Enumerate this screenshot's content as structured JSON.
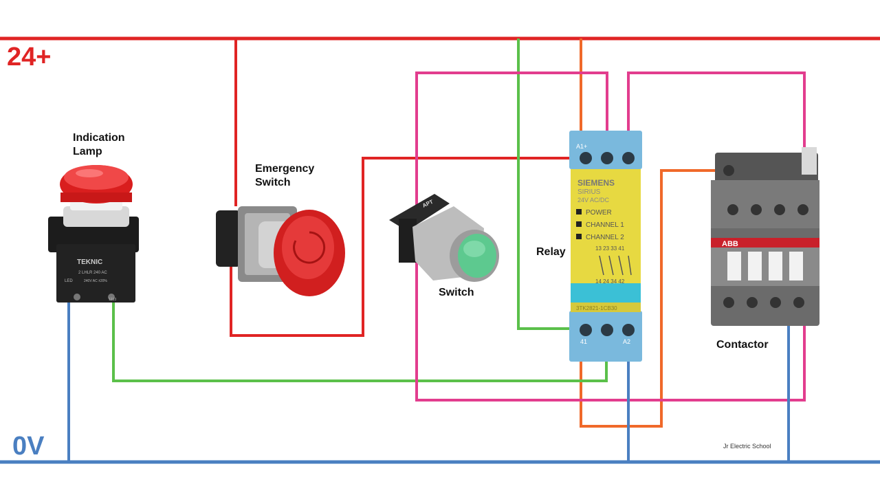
{
  "rails": {
    "positive_label": "24+",
    "zero_label": "0V",
    "positive_color": "#e02424",
    "zero_color": "#4a7fc1"
  },
  "wire_colors": {
    "red": "#e02424",
    "green": "#5bc04a",
    "orange": "#f0692a",
    "pink": "#e23d8e",
    "blue": "#4a7fc1"
  },
  "labels": {
    "lamp_line1": "Indication",
    "lamp_line2": "Lamp",
    "estop_line1": "Emergency",
    "estop_line2": "Switch",
    "switch": "Switch",
    "relay": "Relay",
    "contactor": "Contactor"
  },
  "lamp": {
    "brand": "TEKNIC",
    "model": "2 LHLR 240 AC",
    "spec": "240V AC ±20%",
    "led": "LED",
    "code": "1213"
  },
  "switch_device": {
    "brand": "APT"
  },
  "relay": {
    "brand": "SIEMENS",
    "series": "SIRIUS",
    "voltage": "24V AC/DC",
    "led_power": "POWER",
    "led_ch1": "CHANNEL 1",
    "led_ch2": "CHANNEL 2",
    "top_terminals": "13 23 33 41",
    "bottom_terminals": "14 24 34 42",
    "part_no": "3TK2821-1CB30",
    "terminal_a1": "A1+",
    "terminal_41": "41",
    "terminal_a2": "A2"
  },
  "contactor": {
    "brand": "ABB"
  },
  "watermark": "Jr Electric  School"
}
